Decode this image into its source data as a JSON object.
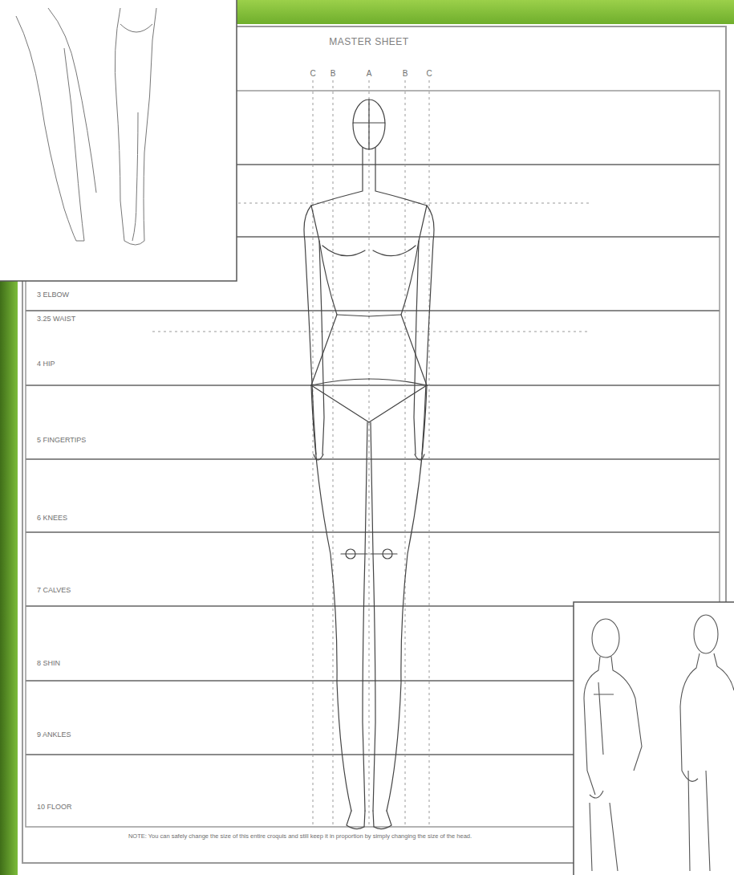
{
  "diagram": {
    "title": "MASTER SHEET",
    "labels": [
      "C",
      "B",
      "A",
      "B",
      "C",
      "3 ELBOW",
      "3.25 WAIST",
      "4 HIP",
      "5 FINGERTIPS",
      "6 KNEES",
      "7 CALVES",
      "8 SHIN",
      "9 ANKLES",
      "10 FLOOR",
      "NOTE: You can safely change the size of this entire croquis and still keep it in proportion by simply changing the size of the head."
    ]
  }
}
